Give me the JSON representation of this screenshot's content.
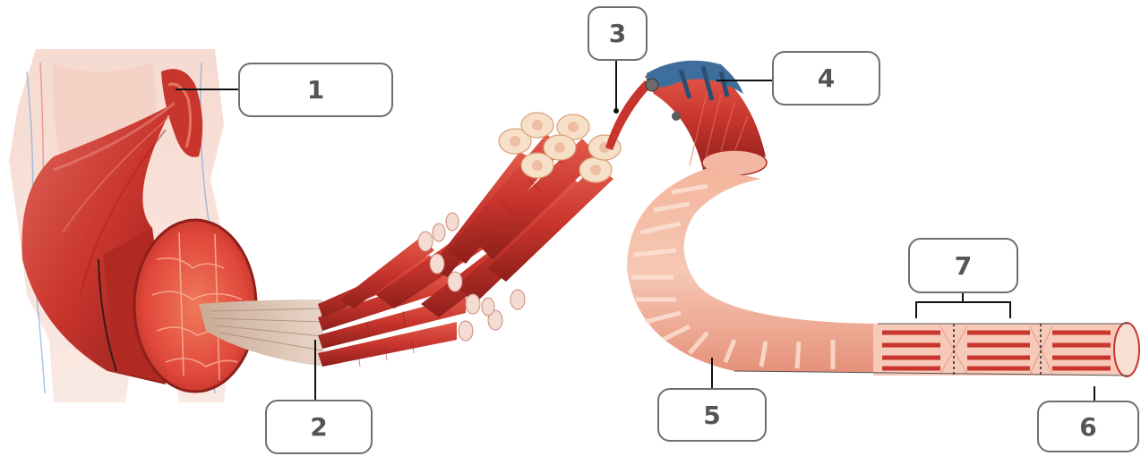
{
  "diagram": {
    "labels": [
      {
        "id": "label-1",
        "text": "1"
      },
      {
        "id": "label-2",
        "text": "2"
      },
      {
        "id": "label-3",
        "text": "3"
      },
      {
        "id": "label-4",
        "text": "4"
      },
      {
        "id": "label-5",
        "text": "5"
      },
      {
        "id": "label-6",
        "text": "6"
      },
      {
        "id": "label-7",
        "text": "7"
      }
    ],
    "colors": {
      "muscle_red": "#c8352d",
      "muscle_dark": "#8e1f1b",
      "muscle_light": "#e05a4c",
      "fiber_pink": "#f0a08a",
      "fiber_light": "#f8d3c4",
      "tendon": "#d8bfae",
      "body_skin": "#f3c9bb",
      "sheath_blue": "#3e6f9c",
      "box_border": "#6f6f6f",
      "label_text": "#555555"
    }
  }
}
